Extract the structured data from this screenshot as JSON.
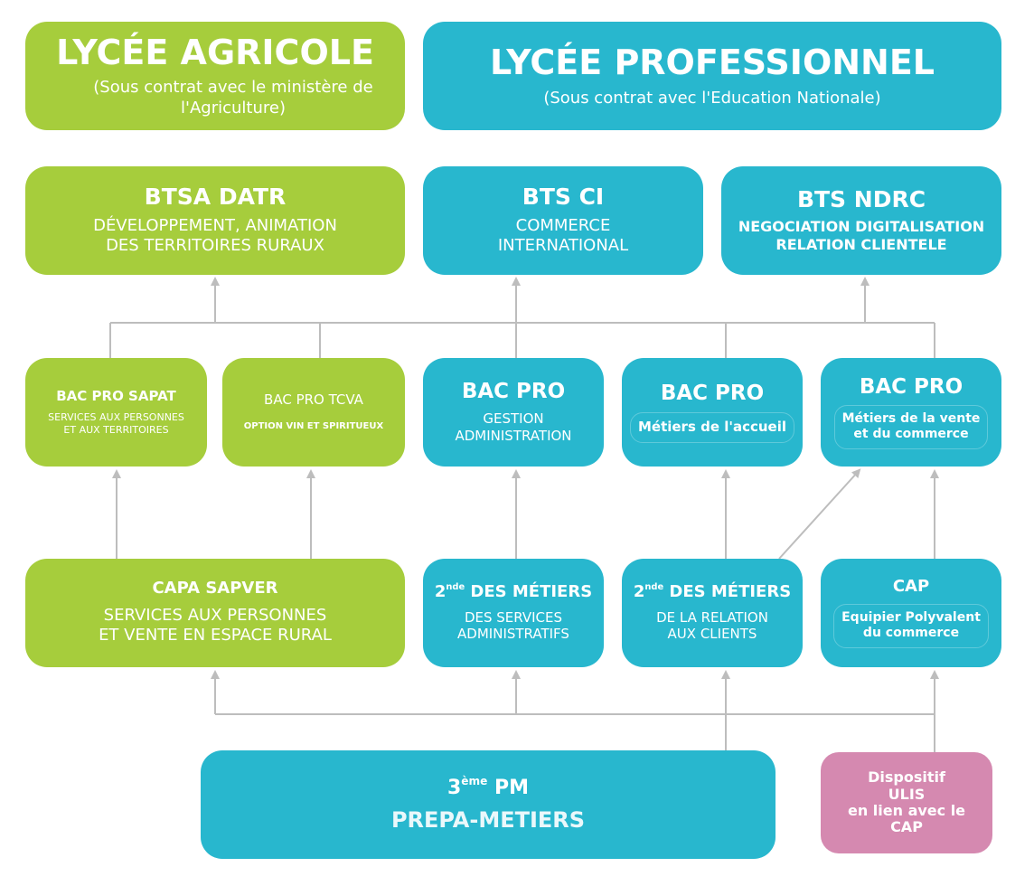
{
  "colors": {
    "green": "#a6cd3c",
    "blue": "#28b7ce",
    "pink": "#d589b0",
    "connector": "#bdbdbd"
  },
  "header": {
    "agricole": {
      "title": "LYCÉE AGRICOLE",
      "subtitle": "(Sous contrat avec le ministère de l'Agriculture)"
    },
    "professionnel": {
      "title": "LYCÉE PROFESSIONNEL",
      "subtitle": "(Sous contrat avec l'Education Nationale)"
    }
  },
  "bts": {
    "btsa_datr": {
      "title": "BTSA DATR",
      "line1": "DÉVELOPPEMENT, ANIMATION",
      "line2": "DES TERRITOIRES RURAUX"
    },
    "bts_ci": {
      "title": "BTS CI",
      "line1": "COMMERCE",
      "line2": "INTERNATIONAL"
    },
    "bts_ndrc": {
      "title": "BTS NDRC",
      "line1": "NEGOCIATION DIGITALISATION",
      "line2": "RELATION CLIENTELE"
    }
  },
  "bac": {
    "sapat": {
      "title": "BAC PRO SAPAT",
      "line1": "SERVICES AUX PERSONNES",
      "line2": "ET AUX TERRITOIRES"
    },
    "tcva": {
      "title": "BAC PRO TCVA",
      "line1": "OPTION VIN ET SPIRITUEUX"
    },
    "gestion": {
      "title": "BAC PRO",
      "line1": "GESTION",
      "line2": "ADMINISTRATION"
    },
    "accueil": {
      "title": "BAC PRO",
      "line1": "Métiers de l'accueil"
    },
    "vente": {
      "title": "BAC PRO",
      "line1": "Métiers de la vente",
      "line2": "et du commerce"
    }
  },
  "second": {
    "capa": {
      "title": "CAPA SAPVER",
      "line1": "SERVICES AUX PERSONNES",
      "line2": "ET VENTE EN ESPACE RURAL"
    },
    "admin": {
      "prefix": "2",
      "sup": "nde",
      "title": " DES MÉTIERS",
      "line1": "DES SERVICES",
      "line2": "ADMINISTRATIFS"
    },
    "relation": {
      "prefix": "2",
      "sup": "nde",
      "title": " DES MÉTIERS",
      "line1": "DE LA RELATION",
      "line2": "AUX CLIENTS"
    },
    "cap": {
      "title": "CAP",
      "line1": "Equipier Polyvalent",
      "line2": "du commerce"
    }
  },
  "bottom": {
    "prepa": {
      "prefix": "3",
      "sup": "ème",
      "title": " PM",
      "line1": "PREPA-METIERS"
    },
    "ulis": {
      "line1": "Dispositif",
      "line2": "ULIS",
      "line3": "en lien avec le",
      "line4": "CAP"
    }
  }
}
